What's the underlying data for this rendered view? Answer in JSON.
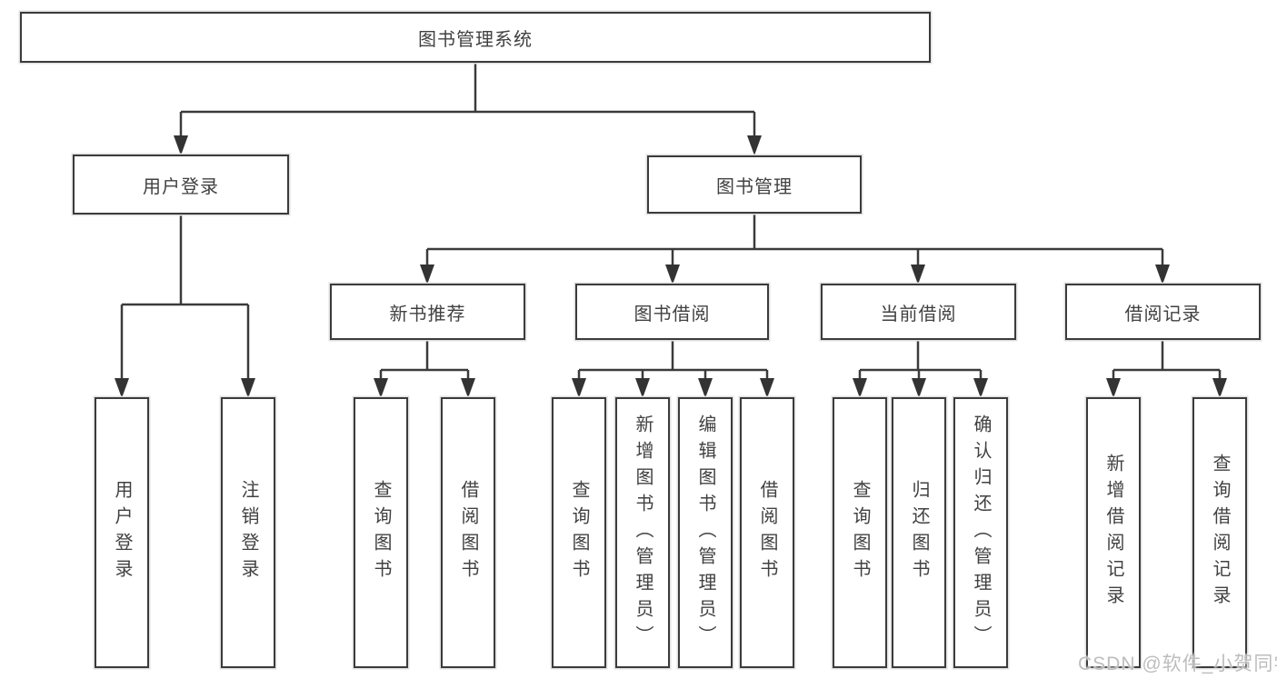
{
  "nodes": {
    "root": "图书管理系统",
    "user_login": "用户登录",
    "book_mgmt": "图书管理",
    "new_book_rec": "新书推荐",
    "book_borrow": "图书借阅",
    "current_borrow": "当前借阅",
    "borrow_records": "借阅记录",
    "ul_user_login": "用户登录",
    "ul_logout": "注销登录",
    "nbr_query_book": "查询图书",
    "nbr_borrow_book": "借阅图书",
    "bb_query_book": "查询图书",
    "bb_add_book": "新增图书（管理员）",
    "bb_edit_book": "编辑图书（管理员）",
    "bb_borrow_book": "借阅图书",
    "cb_query_book": "查询图书",
    "cb_return_book": "归还图书",
    "cb_confirm_return": "确认归还（管理员）",
    "br_add_record": "新增借阅记录",
    "br_query_record": "查询借阅记录"
  },
  "watermark": "CSDN @软件_小贺同学",
  "colors": {
    "line": "#3b3b3b",
    "box_border": "#3b3b3b",
    "text": "#414141",
    "background": "#ffffff",
    "watermark": "#bdbdbd"
  }
}
